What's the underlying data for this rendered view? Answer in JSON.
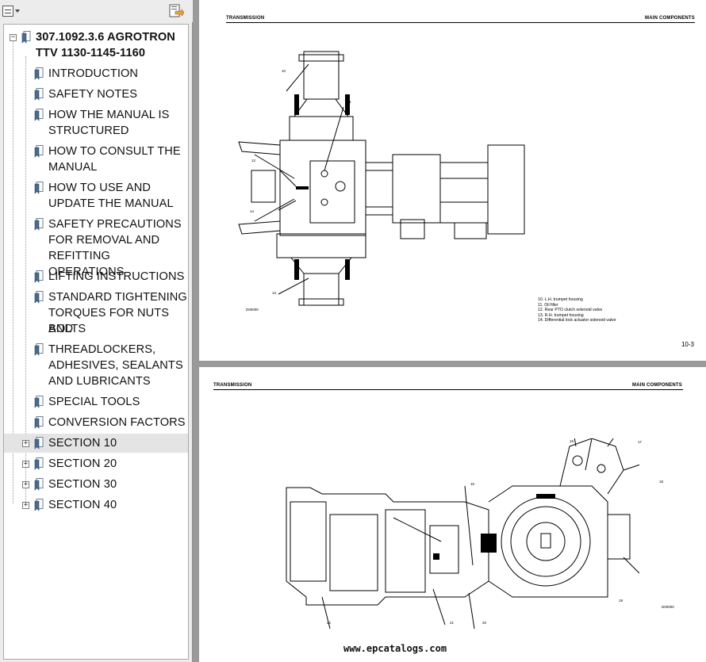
{
  "sidebar": {
    "items": [
      {
        "label": "307.1092.3.6 AGROTRON TTV 1130-1145-1160",
        "line1": "307.1092.3.6 AGROTRON",
        "line2": "TTV 1130-1145-1160",
        "toggle": "−"
      },
      {
        "line1": "INTRODUCTION"
      },
      {
        "line1": "SAFETY NOTES"
      },
      {
        "line1": "HOW THE MANUAL IS",
        "line2": "STRUCTURED"
      },
      {
        "line1": "HOW TO CONSULT THE",
        "line2": "MANUAL"
      },
      {
        "line1": "HOW TO USE AND",
        "line2": "UPDATE THE MANUAL"
      },
      {
        "line1": "SAFETY PRECAUTIONS",
        "line2": "FOR REMOVAL AND",
        "line3": "REFITTING OPERATIONS"
      },
      {
        "line1": "LIFTING INSTRUCTIONS"
      },
      {
        "line1": "STANDARD TIGHTENING",
        "line2": "TORQUES FOR NUTS AND",
        "line3": "BOLTS"
      },
      {
        "line1": "THREADLOCKERS,",
        "line2": "ADHESIVES, SEALANTS",
        "line3": "AND LUBRICANTS"
      },
      {
        "line1": "SPECIAL TOOLS"
      },
      {
        "line1": "CONVERSION FACTORS"
      },
      {
        "line1": "SECTION 10",
        "toggle": "+"
      },
      {
        "line1": "SECTION 20",
        "toggle": "+"
      },
      {
        "line1": "SECTION 30",
        "toggle": "+"
      },
      {
        "line1": "SECTION 40",
        "toggle": "+"
      }
    ]
  },
  "page1": {
    "header_left": "TRANSMISSION",
    "header_right": "MAIN COMPONENTS",
    "callouts": [
      "10",
      "11",
      "12",
      "14",
      "13"
    ],
    "fig_code": "D00000",
    "legend": [
      "10.   L.H. trumpet housing",
      "11.   Oil filler",
      "12.   Rear PTO clutch solenoid valve",
      "13.   R.H. trumpet housing",
      "14.   Differential lock actuator solenoid valve"
    ],
    "page_number": "10-3"
  },
  "page2": {
    "header_left": "TRANSMISSION",
    "header_right": "MAIN COMPONENTS",
    "callouts": [
      "16",
      "17",
      "15",
      "18",
      "19",
      "22",
      "21",
      "20"
    ],
    "fig_code": "D00000"
  },
  "watermark": "www.epcatalogs.com",
  "colors": {
    "sidebar_bg": "#ececec",
    "tree_bg": "#ffffff",
    "doc_bg": "#9a9a9a",
    "selected_row": "#e4e4e4",
    "bookmark_icon": "#4a6b8f"
  }
}
